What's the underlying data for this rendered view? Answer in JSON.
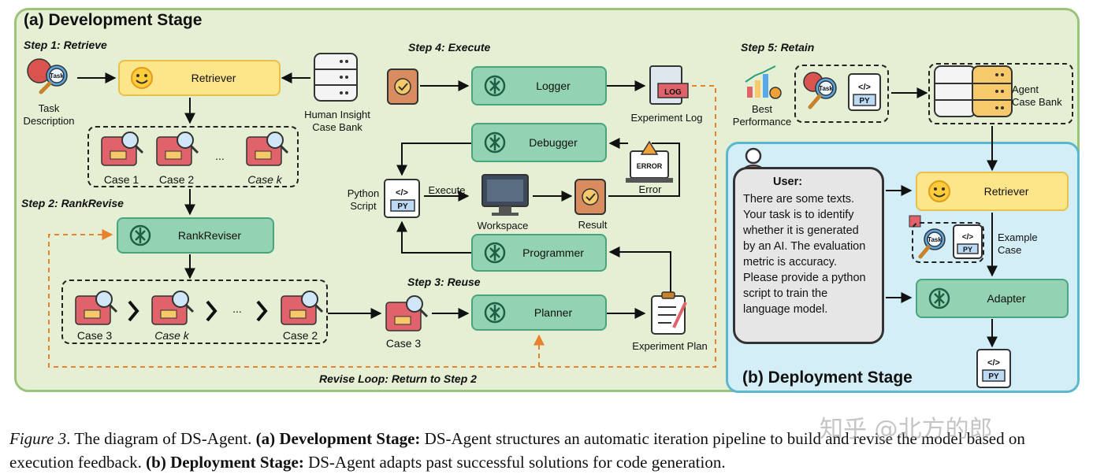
{
  "panels": {
    "development": "(a) Development Stage",
    "deployment": "(b) Deployment Stage"
  },
  "steps": {
    "retrieve": "Step 1: Retrieve",
    "rankrevise": "Step 2: RankRevise",
    "reuse": "Step 3: Reuse",
    "execute": "Step 4: Execute",
    "retain": "Step 5: Retain"
  },
  "modules": {
    "retriever": "Retriever",
    "rankreviser": "RankReviser",
    "planner": "Planner",
    "logger": "Logger",
    "debugger": "Debugger",
    "programmer": "Programmer",
    "dep_retriever": "Retriever",
    "adapter": "Adapter"
  },
  "labels": {
    "task_description": "Task\nDescription",
    "human_case_bank": "Human Insight\nCase Bank",
    "case_1": "Case 1",
    "case_2": "Case 2",
    "case_k": "Case k",
    "ellipsis": "...",
    "r_case_3": "Case 3",
    "r_case_k": "Case k",
    "r_case_2": "Case 2",
    "reuse_case_3": "Case 3",
    "experiment_plan": "Experiment Plan",
    "experiment_log": "Experiment Log",
    "python_script": "Python\nScript",
    "execute": "Execute",
    "workspace": "Workspace",
    "result": "Result",
    "error": "Error",
    "revise_loop": "Revise Loop: Return to Step 2",
    "best_performance": "Best\nPerformance",
    "agent_case_bank": "Agent\nCase Bank",
    "example_case": "Example\nCase",
    "task_icon_text": "Task",
    "log_icon_text": "LOG",
    "py_icon_text": "PY",
    "error_icon_text": "ERROR"
  },
  "user": {
    "label": "User:",
    "text": "There are some texts. Your task is to identify whether it is generated by an AI. The evaluation metric is accuracy. Please provide a python script to train the language model."
  },
  "caption": {
    "fig": "Figure 3",
    "intro": ". The diagram of DS-Agent. ",
    "a_label": "(a) Development Stage:",
    "a_text": " DS-Agent structures an automatic iteration pipeline to build and revise the model based on execution feedback. ",
    "b_label": "(b) Deployment Stage:",
    "b_text": " DS-Agent adapts past successful solutions for code generation."
  },
  "watermark": "知乎 @北方的郎",
  "colors": {
    "dev_bg": "#e4efd4",
    "dep_bg": "#d3eef6",
    "module_green": "#93d2b2",
    "module_yellow": "#fde58a",
    "loop_orange": "#e8822e"
  }
}
